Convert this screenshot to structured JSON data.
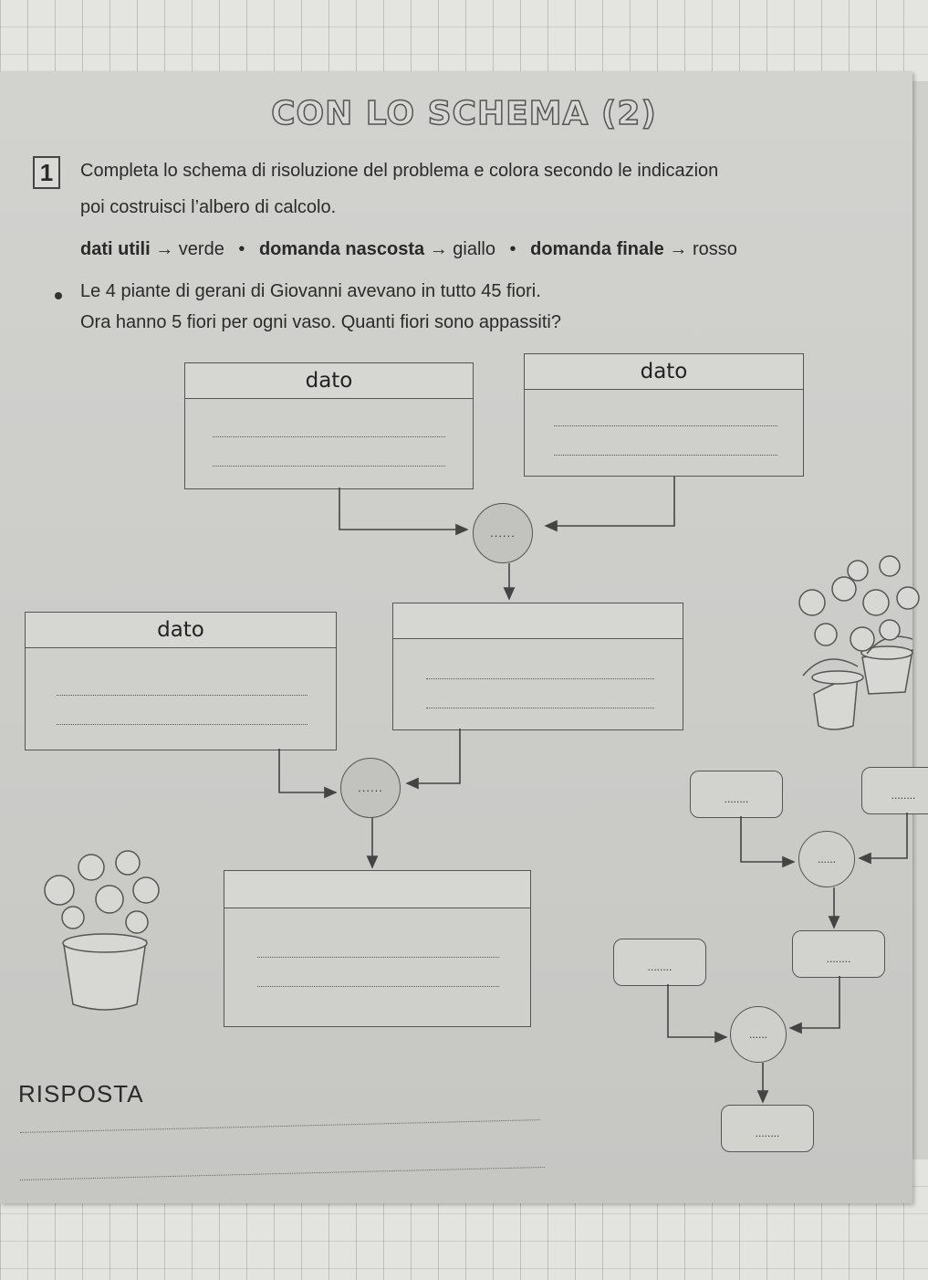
{
  "title": "CON LO SCHEMA (2)",
  "exercise": {
    "number": "1",
    "instruction_line1": "Completa lo schema di risoluzione del problema e colora secondo le indicazion",
    "instruction_line2": "poi costruisci l’albero di calcolo."
  },
  "legend": {
    "item1_key": "dati utili",
    "item1_value": "verde",
    "item2_key": "domanda nascosta",
    "item2_value": "giallo",
    "item3_key": "domanda finale",
    "item3_value": "rosso",
    "arrow": "→",
    "separator": "•"
  },
  "problem": {
    "line1": "Le 4 piante di gerani di Giovanni avevano in tutto 45 fiori.",
    "line2": "Ora hanno 5 fiori per ogni vaso. Quanti fiori sono appassiti?"
  },
  "schema": {
    "box1_label": "dato",
    "box2_label": "dato",
    "box3_label": "dato",
    "box4_label": "",
    "box5_label": "",
    "op_placeholder": "......"
  },
  "tree": {
    "placeholder": "........",
    "op_placeholder": "......"
  },
  "answer": {
    "label": "RISPOSTA"
  }
}
